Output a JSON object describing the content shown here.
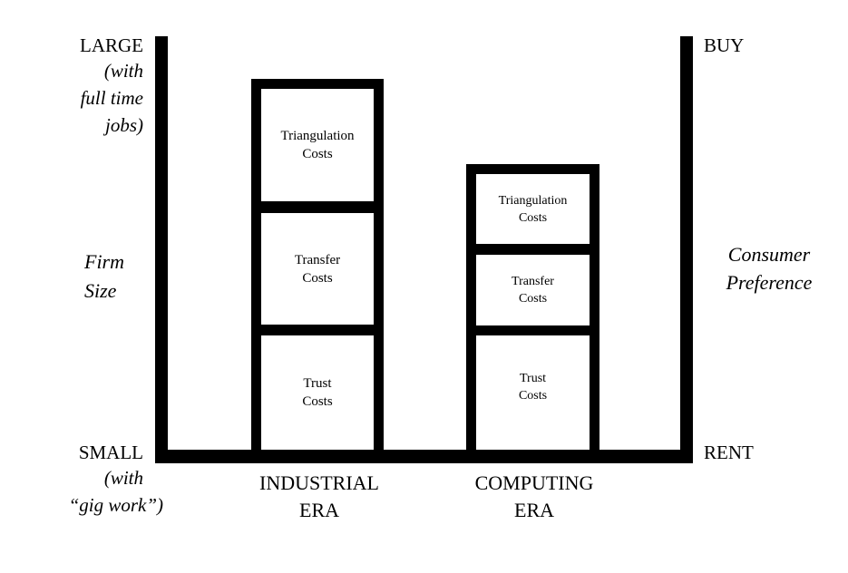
{
  "left_axis": {
    "top_label": "LARGE",
    "top_note": [
      "(with",
      "full time",
      "jobs)"
    ],
    "title": [
      "Firm",
      "Size"
    ],
    "bottom_label": "SMALL",
    "bottom_note": [
      "(with",
      "“gig work”)"
    ]
  },
  "right_axis": {
    "top_label": "BUY",
    "title": [
      "Consumer",
      "Preference"
    ],
    "bottom_label": "RENT"
  },
  "stacks": [
    {
      "era": [
        "INDUSTRIAL",
        "ERA"
      ],
      "blocks": [
        [
          "Triangulation",
          "Costs"
        ],
        [
          "Transfer",
          "Costs"
        ],
        [
          "Trust",
          "Costs"
        ]
      ]
    },
    {
      "era": [
        "COMPUTING",
        "ERA"
      ],
      "blocks": [
        [
          "Triangulation",
          "Costs"
        ],
        [
          "Transfer",
          "Costs"
        ],
        [
          "Trust",
          "Costs"
        ]
      ]
    }
  ]
}
